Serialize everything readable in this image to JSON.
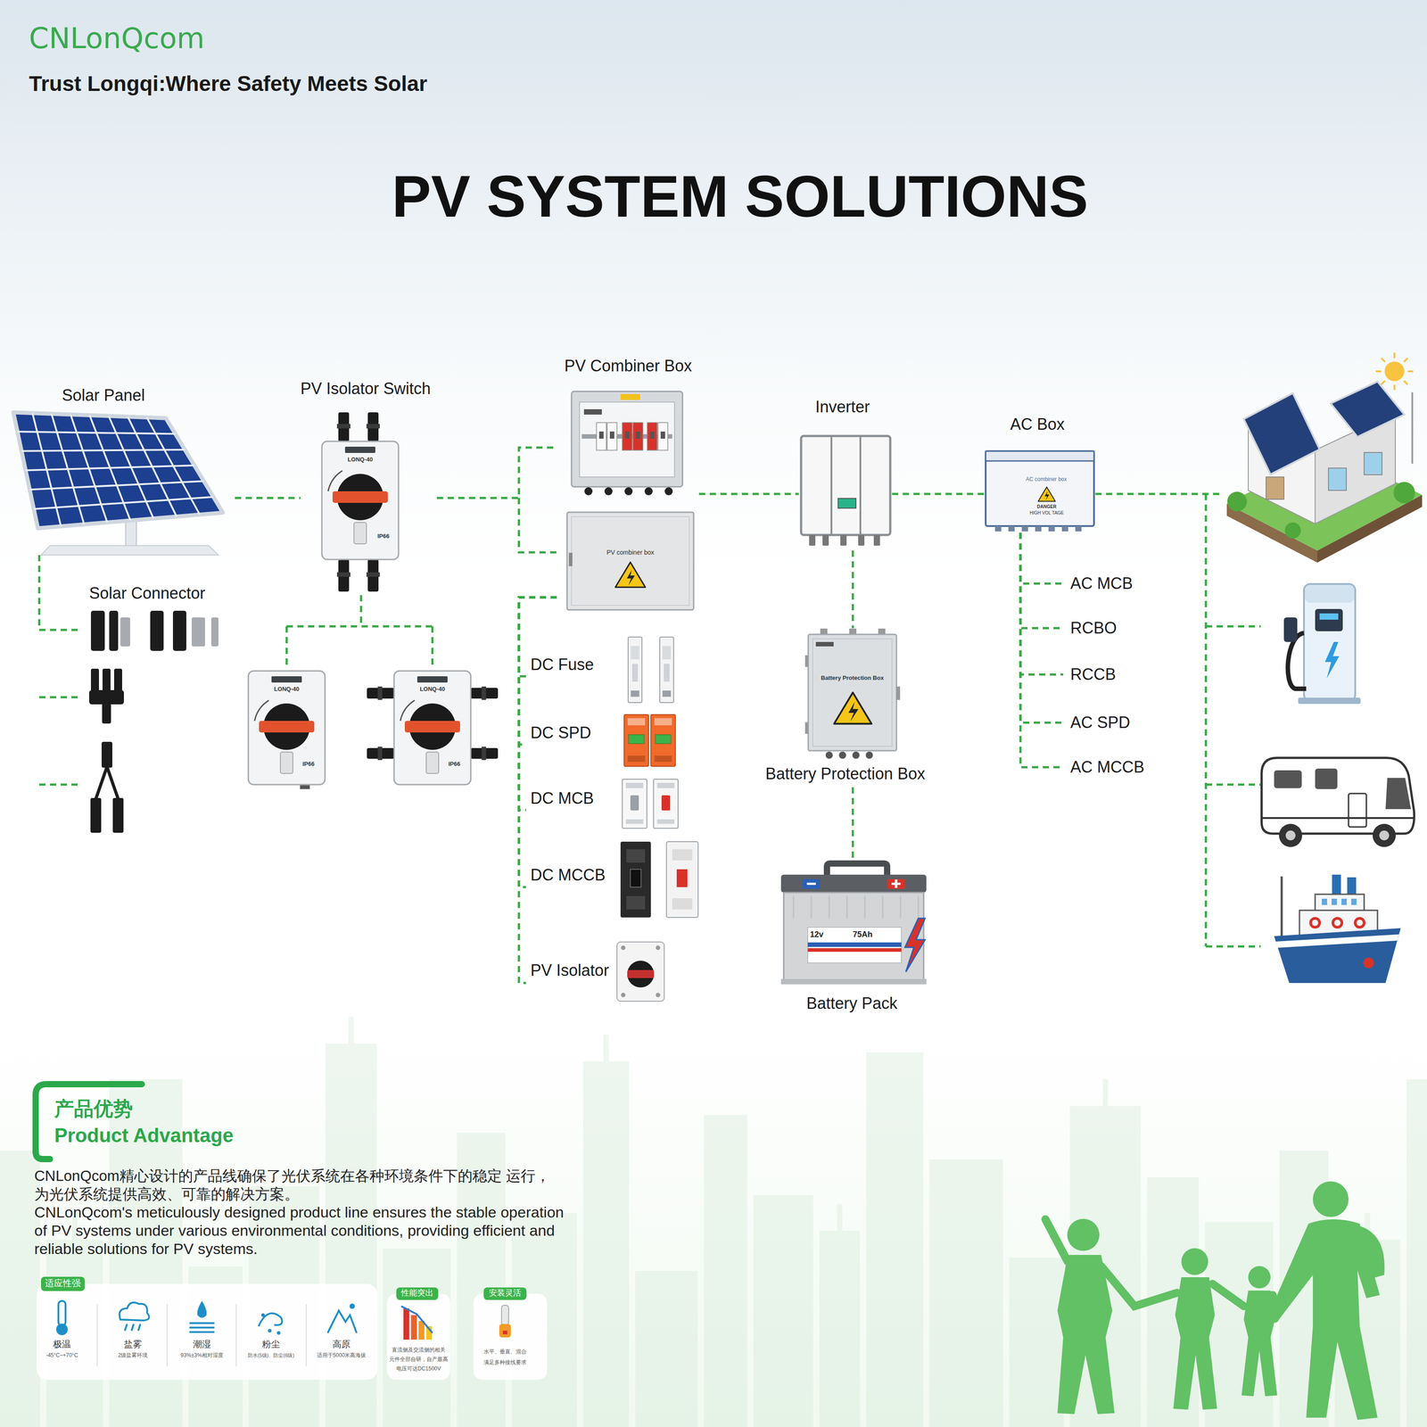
{
  "diagram": {
    "title": "PV SYSTEM SOLUTIONS",
    "nodes": [
      {
        "text": [
          "Solar Panel"
        ]
      },
      {
        "text": [
          "PV Isolator Switch"
        ]
      },
      {
        "text": [
          "PV Combiner Box"
        ]
      },
      {
        "text": [
          "Inverter"
        ]
      },
      {
        "text": [
          "AC Box"
        ]
      },
      {
        "text": [
          "Solar Connector"
        ]
      },
      {
        "text": [
          "DC Fuse"
        ]
      },
      {
        "text": [
          "DC SPD"
        ]
      },
      {
        "text": [
          "DC MCB"
        ]
      },
      {
        "text": [
          "DC MCCB"
        ]
      },
      {
        "text": [
          "PV Isolator"
        ]
      },
      {
        "text": [
          "Battery Protection Box"
        ]
      },
      {
        "text": [
          "Battery Pack"
        ]
      },
      {
        "text": [
          "AC MCB"
        ]
      },
      {
        "text": [
          "RCBO"
        ]
      },
      {
        "text": [
          "RCCB"
        ]
      },
      {
        "text": [
          "AC SPD"
        ]
      },
      {
        "text": [
          "AC MCCB"
        ]
      }
    ],
    "edges": [
      {
        "from": 0,
        "to": 1,
        "arrow": "none"
      },
      {
        "from": 1,
        "to": 2,
        "arrow": "none"
      },
      {
        "from": 2,
        "to": 3,
        "arrow": "none"
      },
      {
        "from": 3,
        "to": 4,
        "arrow": "none"
      },
      {
        "from": 0,
        "to": 5,
        "arrow": "none"
      },
      {
        "from": 2,
        "to": 6,
        "arrow": "none"
      },
      {
        "from": 2,
        "to": 7,
        "arrow": "none"
      },
      {
        "from": 2,
        "to": 8,
        "arrow": "none"
      },
      {
        "from": 2,
        "to": 9,
        "arrow": "none"
      },
      {
        "from": 2,
        "to": 10,
        "arrow": "none"
      },
      {
        "from": 3,
        "to": 11,
        "arrow": "none"
      },
      {
        "from": 11,
        "to": 12,
        "arrow": "none"
      },
      {
        "from": 4,
        "to": 13,
        "arrow": "none"
      },
      {
        "from": 4,
        "to": 14,
        "arrow": "none"
      },
      {
        "from": 4,
        "to": 15,
        "arrow": "none"
      },
      {
        "from": 4,
        "to": 16,
        "arrow": "none"
      },
      {
        "from": 4,
        "to": 17,
        "arrow": "none"
      }
    ],
    "labels": [
      "CNLonQcom",
      "Trust Longqi:Where Safety Meets Solar",
      "产品优势",
      "Product Advantage",
      "CNLonQcom精心设计的产品线确保了光伏系统在各种环境条件下的稳定 运行，为光伏系统提供高效、可靠的解决方案。",
      "CNLonQcom's meticulously designed product line ensures the stable operation of PV systems under various environmental conditions, providing efficient and reliable solutions for PV systems.",
      "适应性强",
      "极温",
      "-45°C~+70°C",
      "盐雾",
      "2级盐雾环境",
      "潮湿",
      "93%±3%相对湿度",
      "粉尘",
      "防水(5级)、防尘(6级)",
      "高原",
      "适用于5000米高海拔",
      "性能突出",
      "直流侧及交流侧的相关 元件全部自研，自产最高 电压可达DC1500V",
      "安装灵活",
      "水平、垂直、混合 满足多种接线要求",
      "LONQ-40",
      "IP66",
      "LONQ-40",
      "IP66",
      "LONQ-40",
      "IP66",
      "PV combiner box",
      "Battery Protection Box",
      "AC combiner box",
      "DANGER",
      "HIGH VOL TAGE",
      "12v",
      "75Ah"
    ]
  }
}
